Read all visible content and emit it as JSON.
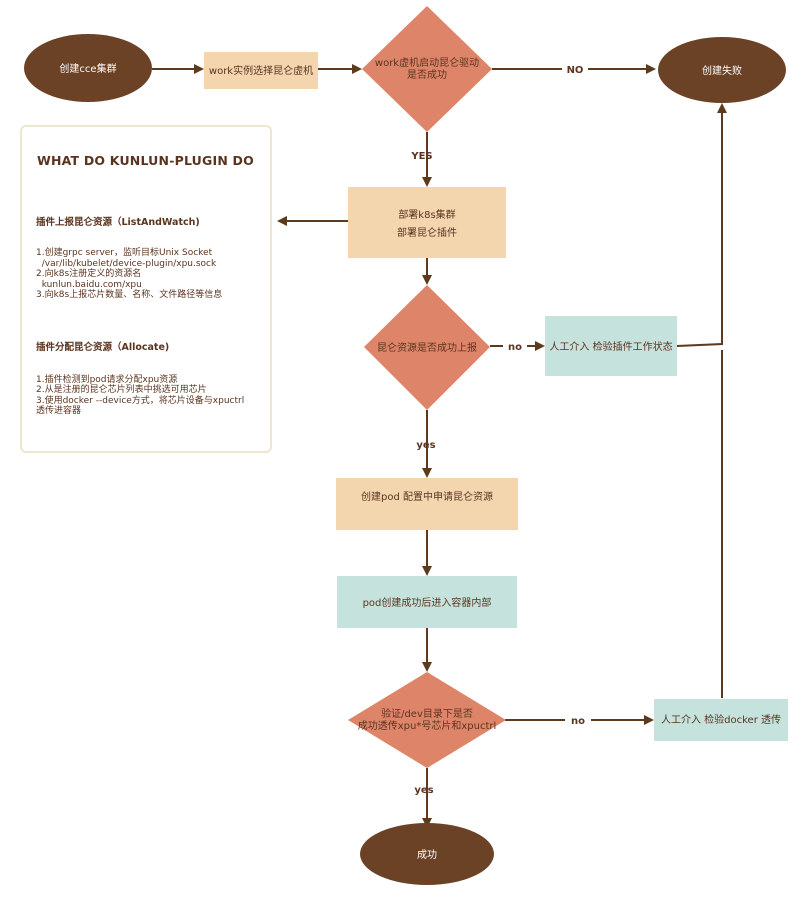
{
  "nodes": {
    "create_cluster": "创建cce集群",
    "select_vm": "work实例选择昆仑虚机",
    "driver_check": [
      "work虚机启动昆仑驱动",
      "是否成功"
    ],
    "create_failed": "创建失败",
    "deploy": [
      "部署k8s集群",
      "部署昆仑插件"
    ],
    "resource_check": "昆仑资源是否成功上报",
    "manual_plugin": "人工介入 检验插件工作状态",
    "create_pod": "创建pod 配置中申请昆仑资源",
    "enter_container": "pod创建成功后进入容器内部",
    "verify_dev": [
      "验证/dev目录下是否",
      "成功透传xpu*号芯片和xpuctrl"
    ],
    "manual_docker": "人工介入 检验docker 透传",
    "success": "成功"
  },
  "edges": {
    "no_upper": "NO",
    "yes_upper": "YES",
    "no_lower_1": "no",
    "yes_lower_1": "yes",
    "no_lower_2": "no",
    "yes_lower_2": "yes"
  },
  "panel": {
    "title": "WHAT DO KUNLUN-PLUGIN DO",
    "section1_title": "插件上报昆仑资源（ListAndWatch)",
    "section1_lines": [
      "1.创建grpc server，监听目标Unix Socket",
      "  /var/lib/kubelet/device-plugin/xpu.sock",
      "2.向k8s注册定义的资源名",
      "  kunlun.baidu.com/xpu",
      "3.向k8s上报芯片数量、名称、文件路径等信息"
    ],
    "section2_title": "插件分配昆仑资源（Allocate)",
    "section2_lines": [
      "1.插件检测到pod请求分配xpu资源",
      "2.从是注册的昆仑芯片列表中挑选可用芯片",
      "3.使用docker --device方式，将芯片设备与xpuctrl",
      "透传进容器"
    ]
  },
  "colors": {
    "brown": "#6b4226",
    "arrow": "#5e3a1d",
    "salmon": "#de8569",
    "peach": "#f3d5ae",
    "teal": "#c5e2dc",
    "panel_border": "#efe6cf"
  }
}
